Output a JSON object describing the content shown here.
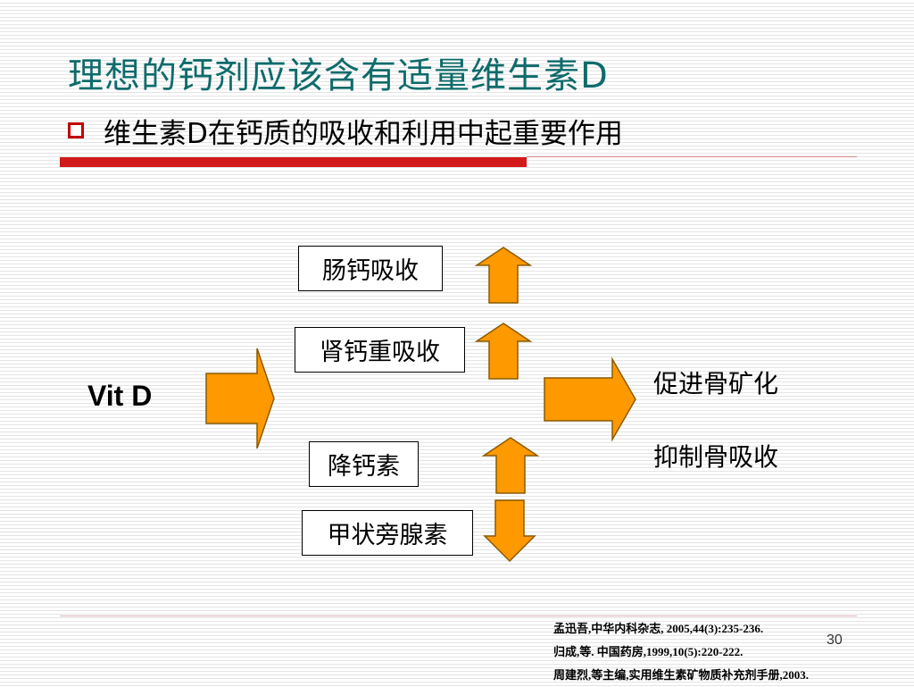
{
  "slide": {
    "title": "理想的钙剂应该含有适量维生素D",
    "bullet": "维生素D在钙质的吸收和利用中起重要作用",
    "page_number": "30"
  },
  "diagram": {
    "source": "Vit D",
    "boxes": {
      "intestinal": "肠钙吸收",
      "renal": "肾钙重吸收",
      "calcitonin": "降钙素",
      "parathyroid": "甲状旁腺素"
    },
    "effects": [
      "促进骨矿化",
      "抑制骨吸收"
    ],
    "arrow_color": "#ff9900",
    "arrow_stroke": "#8a5a00"
  },
  "references": [
    "孟迅吾,中华内科杂志, 2005,44(3):235-236.",
    "归成,等. 中国药房,1999,10(5):220-222.",
    "周建烈,等主编,实用维生素矿物质补充剂手册,2003."
  ],
  "colors": {
    "title": "#0f6b6b",
    "accent_red": "#d21a1a"
  }
}
